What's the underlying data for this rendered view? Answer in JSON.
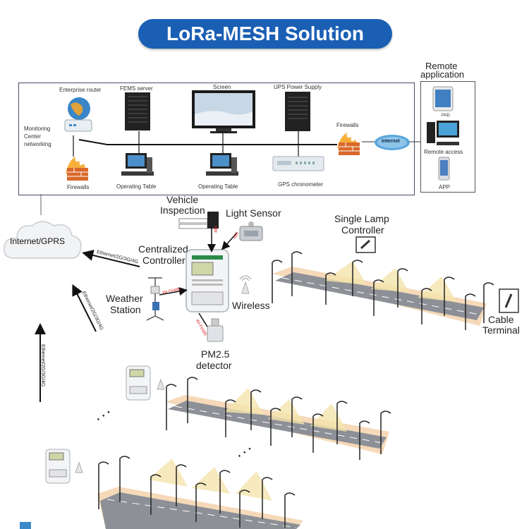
{
  "title": "LoRa-MESH Solution",
  "monitoring_center": {
    "label": "Monitoring Center networking",
    "enterprise_router": "Enterprise router",
    "fems_server": "FEMS server",
    "screen": "Screen",
    "ups_power_supply": "UPS Power Supply",
    "firewalls_left": "Firewalls",
    "firewalls_right": "Firewalls",
    "operating_table_1": "Operating Table",
    "operating_table_2": "Operating Table",
    "gps_chronometer": "GPS chronometer"
  },
  "internet_label": "Internet",
  "remote": {
    "title_line1": "Remote",
    "title_line2": "application",
    "pad": "PAD",
    "remote_access": "Remote access",
    "app": "APP"
  },
  "field": {
    "cloud": "Internet/GPRS",
    "vehicle_inspection_line1": "Vehicle",
    "vehicle_inspection_line2": "Inspection",
    "light_sensor": "Light Sensor",
    "centralized_controller_line1": "Centralized",
    "centralized_controller_line2": "Controller",
    "weather_station_line1": "Weather",
    "weather_station_line2": "Station",
    "wireless": "Wireless",
    "pm25_line1": "PM2.5",
    "pm25_line2": "detector",
    "single_lamp_line1": "Single Lamp",
    "single_lamp_line2": "Controller",
    "cable_terminal_line1": "Cable",
    "cable_terminal_line2": "Terminal",
    "link_ethernet_1": "Ethernet/2G/3G/4G",
    "link_ethernet_2": "Ethernet/2G/3G/4G",
    "link_ethernet_3": "Ethernet/2G/3G/4G",
    "wifi_485_1": "Wi-Fi/485",
    "wifi_485_2": "Wi-Fi/485",
    "link_485_a": "485",
    "link_485_b": "485",
    "ellipsis_1": ". . .",
    "ellipsis_2": ". . ."
  },
  "colors": {
    "title_bg": "#1a5fb4",
    "road": "#8d9096",
    "road_edge": "#f3c99a",
    "light_cone": "#f5e7b8",
    "firewall": "#d9692b",
    "server": "#222222"
  }
}
